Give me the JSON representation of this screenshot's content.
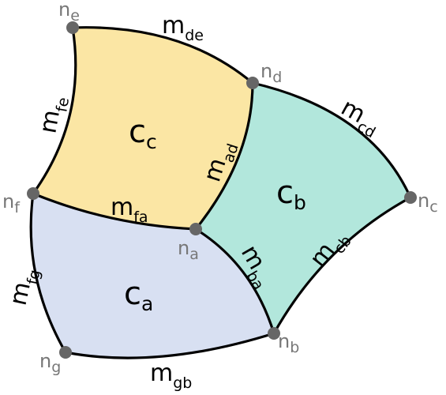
{
  "diagram": {
    "colors": {
      "cell_a": "#d8e0f2",
      "cell_b": "#b2e7dc",
      "cell_c": "#fbe6a4",
      "edge": "#000000",
      "node": "#666666",
      "node_text": "#777777"
    },
    "cells": {
      "a": {
        "main": "c",
        "sub": "a"
      },
      "b": {
        "main": "c",
        "sub": "b"
      },
      "c": {
        "main": "c",
        "sub": "c"
      }
    },
    "nodes": {
      "a": {
        "main": "n",
        "sub": "a"
      },
      "b": {
        "main": "n",
        "sub": "b"
      },
      "c": {
        "main": "n",
        "sub": "c"
      },
      "d": {
        "main": "n",
        "sub": "d"
      },
      "e": {
        "main": "n",
        "sub": "e"
      },
      "f": {
        "main": "n",
        "sub": "f"
      },
      "g": {
        "main": "n",
        "sub": "g"
      }
    },
    "edges": {
      "de": {
        "main": "m",
        "sub": "de"
      },
      "fe": {
        "main": "m",
        "sub": "fe"
      },
      "cd": {
        "main": "m",
        "sub": "cd"
      },
      "ad": {
        "main": "m",
        "sub": "ad"
      },
      "fa": {
        "main": "m",
        "sub": "fa"
      },
      "cb": {
        "main": "m",
        "sub": "cb"
      },
      "ba": {
        "main": "m",
        "sub": "ba"
      },
      "fg": {
        "main": "m",
        "sub": "fg"
      },
      "gb": {
        "main": "m",
        "sub": "gb"
      }
    }
  }
}
